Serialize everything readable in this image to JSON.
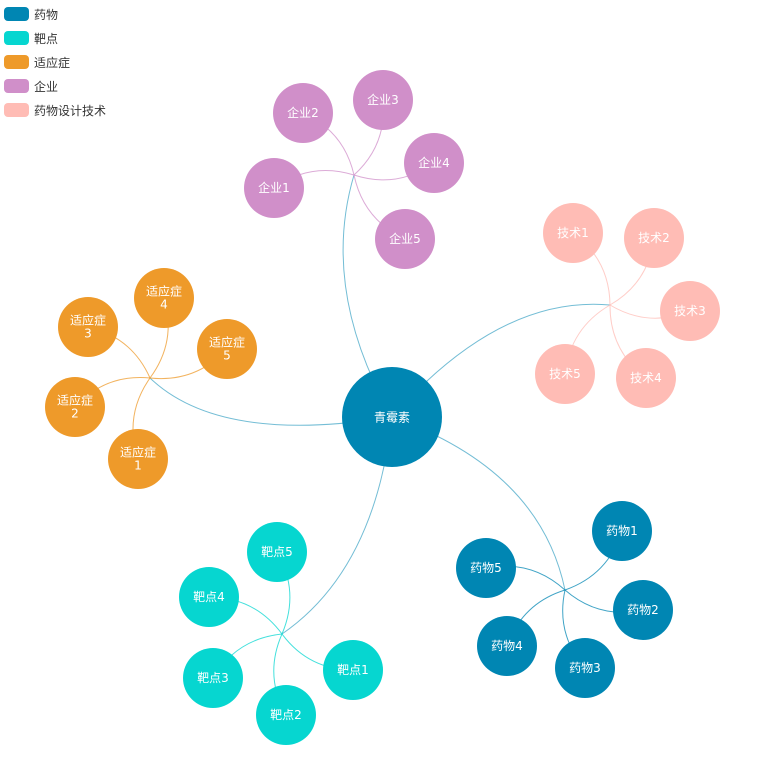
{
  "legend": [
    {
      "name": "药物",
      "color": "#0086b3"
    },
    {
      "name": "靶点",
      "color": "#06d6d0"
    },
    {
      "name": "适应症",
      "color": "#ee9a2a"
    },
    {
      "name": "企业",
      "color": "#d08fc9"
    },
    {
      "name": "药物设计技术",
      "color": "#ffbcb5"
    }
  ],
  "center": {
    "label": "青霉素",
    "color": "#0086b3"
  },
  "groups": [
    {
      "category": "企业",
      "color": "#d08fc9",
      "nodes": [
        "企业1",
        "企业2",
        "企业3",
        "企业4",
        "企业5"
      ]
    },
    {
      "category": "药物设计技术",
      "color": "#ffbcb5",
      "nodes": [
        "技术1",
        "技术2",
        "技术3",
        "技术4",
        "技术5"
      ]
    },
    {
      "category": "适应症",
      "color": "#ee9a2a",
      "nodes": [
        "适应症\n1",
        "适应症\n2",
        "适应症\n3",
        "适应症\n4",
        "适应症\n5"
      ]
    },
    {
      "category": "靶点",
      "color": "#06d6d0",
      "nodes": [
        "靶点1",
        "靶点2",
        "靶点3",
        "靶点4",
        "靶点5"
      ]
    },
    {
      "category": "药物",
      "color": "#0086b3",
      "nodes": [
        "药物1",
        "药物2",
        "药物3",
        "药物4",
        "药物5"
      ]
    }
  ]
}
